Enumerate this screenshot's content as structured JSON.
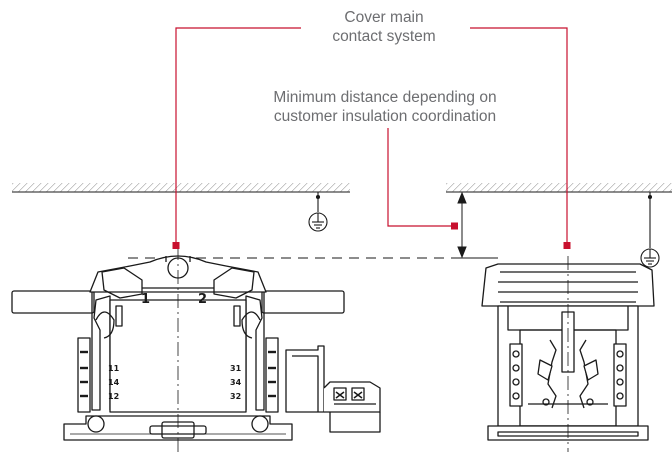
{
  "labels": {
    "cover": [
      "Cover main",
      "contact system"
    ],
    "distance": [
      "Minimum distance depending on",
      "customer insulation coordination"
    ]
  },
  "switch_numbers": [
    "1",
    "2"
  ],
  "aux_terminals_left": [
    "11",
    "14",
    "12"
  ],
  "aux_terminals_right": [
    "31",
    "34",
    "32"
  ],
  "icons": [
    "ground-symbol-icon",
    "ground-symbol-icon"
  ],
  "colors": {
    "line": "#1a1a1a",
    "leader": "#c8102e",
    "label_text": "#6d6e71",
    "hatch": "#555555"
  }
}
